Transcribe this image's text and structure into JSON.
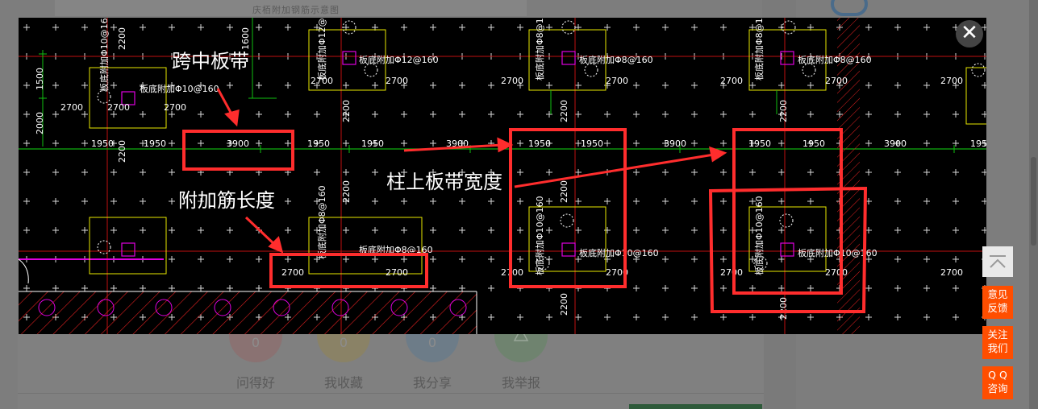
{
  "background": {
    "header_text": "庆栢附加钢筋示意图"
  },
  "viewer": {
    "close_glyph": "✕",
    "annotations": {
      "span_strip": "跨中板带",
      "extra_bar_length": "附加筋长度",
      "column_strip_width": "柱上板带宽度"
    },
    "dims": {
      "d2200": "2200",
      "d2700": "2700",
      "d1950": "1950",
      "d3900": "3900",
      "d1500": "1500",
      "d2000": "2000",
      "d1600": "1600"
    },
    "rebar_labels": {
      "r10": "板底附加Φ10@160",
      "r12": "板底附加Φ12@160",
      "r8": "板底附加Φ8@160",
      "r10v": "板底附加Φ10@160",
      "r8v": "板底附加Φ8@160"
    }
  },
  "stats": [
    {
      "count": "0",
      "label": "问得好"
    },
    {
      "count": "0",
      "label": "我收藏"
    },
    {
      "count": "0",
      "label": "我分享"
    },
    {
      "count": "",
      "label": "我举报"
    }
  ],
  "sidebar": {
    "feedback": [
      "意见",
      "反馈"
    ],
    "follow": [
      "关注",
      "我们"
    ],
    "qq": [
      "Q Q",
      "咨询"
    ]
  },
  "colors": {
    "annotation_red": "#ff2d2d",
    "cad_green": "#00c000",
    "cad_yellow": "#e8e800",
    "cad_magenta": "#e000e0",
    "accent_orange": "#ff4e00"
  }
}
